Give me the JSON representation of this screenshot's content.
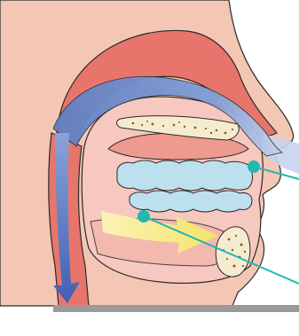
{
  "figure": {
    "kind": "anatomical-illustration",
    "subject": "mouth-and-nasal-cavity-side-view",
    "labels": []
  },
  "colors": {
    "background": "#ffffff",
    "skin": "#f3c7b3",
    "tissue_dark": "#e8756c",
    "tissue_mid": "#ef9a8e",
    "oral_cavity": "#f6c8c0",
    "teeth": "#bde0ee",
    "airflow": "#6f8fce",
    "food_arrow": "#f6ea8a",
    "leader_lines": "#22b8b0",
    "outline": "#2a2a2a",
    "floor_bar": "#9a9a9a"
  },
  "icons": {
    "pointer_markers": "teal-dot",
    "airflow_arrow": "blue-arrow",
    "food_arrow": "yellow-arrow"
  }
}
